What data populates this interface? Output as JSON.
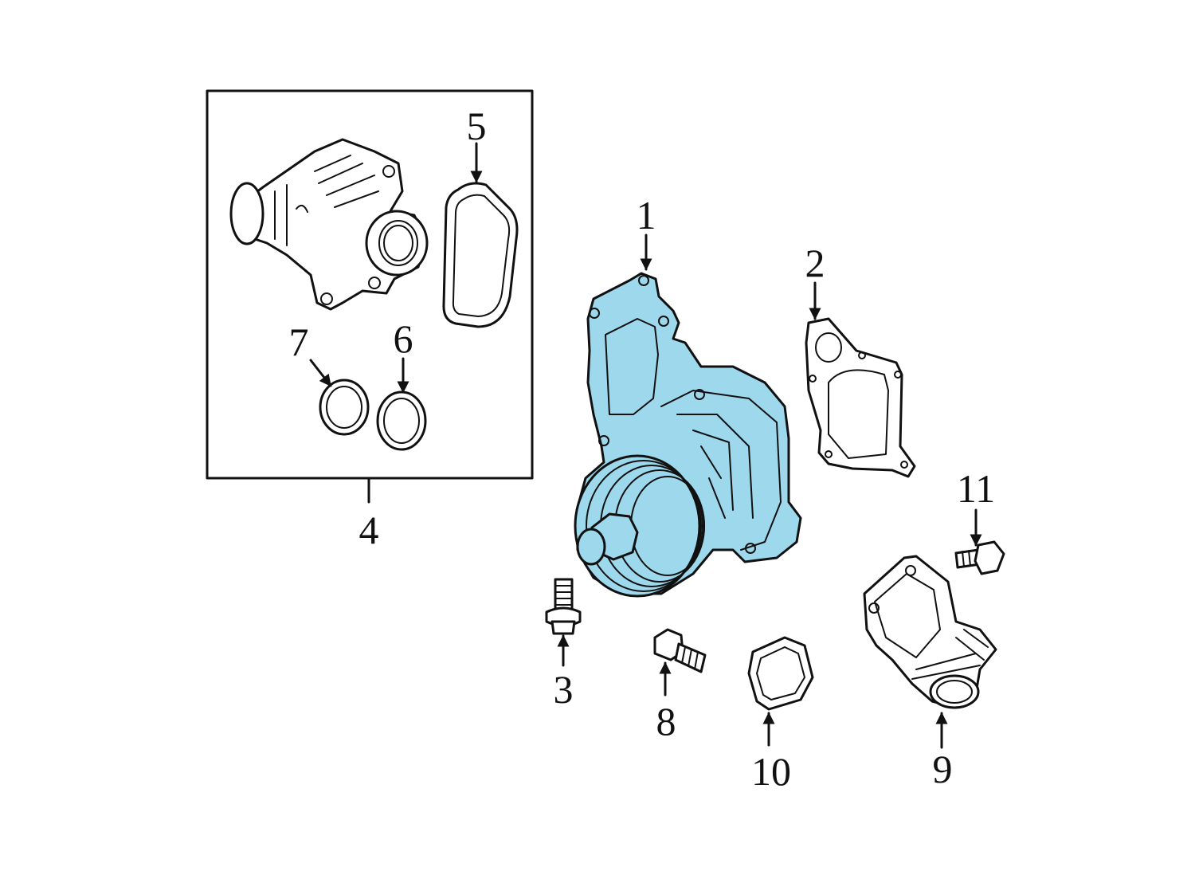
{
  "colors": {
    "highlight": "#9ed8ec",
    "ink": "#111111",
    "background": "#ffffff"
  },
  "callouts": {
    "c1": "1",
    "c2": "2",
    "c3": "3",
    "c4": "4",
    "c5": "5",
    "c6": "6",
    "c7": "7",
    "c8": "8",
    "c9": "9",
    "c10": "10",
    "c11": "11"
  }
}
